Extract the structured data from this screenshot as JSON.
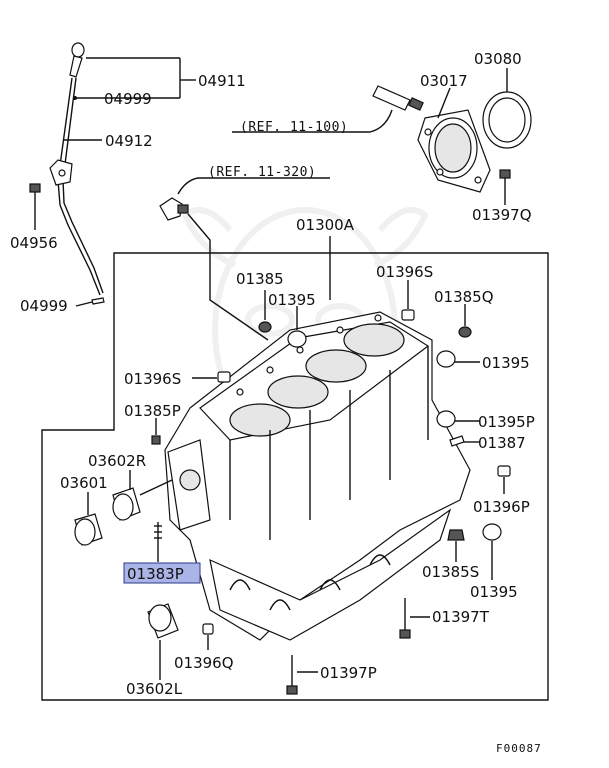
{
  "diagram": {
    "figure_id": "F00087",
    "references": {
      "ref_top": "(REF. 11-100)",
      "ref_mid": "(REF. 11-320)"
    },
    "highlight_color": "#aab4e6",
    "labels": {
      "p04911": "04911",
      "p04999a": "04999",
      "p04912": "04912",
      "p04956": "04956",
      "p04999b": "04999",
      "p03080": "03080",
      "p03017": "03017",
      "p01397q": "01397Q",
      "p01300a": "01300A",
      "p01385a": "01385",
      "p01395a": "01395",
      "p01396s_a": "01396S",
      "p01385q": "01385Q",
      "p01395b": "01395",
      "p01396s_b": "01396S",
      "p01385p": "01385P",
      "p01395p": "01395P",
      "p01387": "01387",
      "p03602r": "03602R",
      "p03601": "03601",
      "p01396p": "01396P",
      "p01383p": "01383P",
      "p01385s": "01385S",
      "p01395c": "01395",
      "p01397t": "01397T",
      "p01396q": "01396Q",
      "p03602l": "03602L",
      "p01397p": "01397P"
    }
  }
}
